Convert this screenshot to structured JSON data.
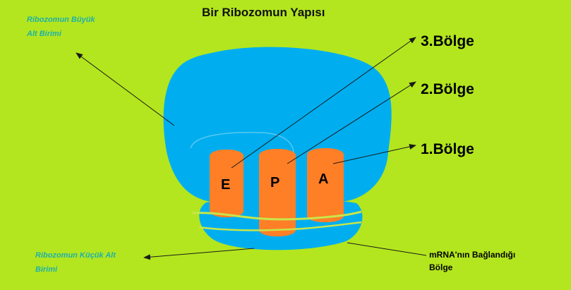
{
  "title": "Bir Ribozomun Yapısı",
  "large_subunit": {
    "line1": "Ribozomun Büyük",
    "line2": "Alt Birimi"
  },
  "small_subunit": {
    "line1": "Ribozomun Küçük Alt",
    "line2": "Birimi"
  },
  "regions": {
    "r3": "3.Bölge",
    "r2": "2.Bölge",
    "r1": "1.Bölge"
  },
  "mrna_site": {
    "line1": "mRNA'nın Bağlandığı",
    "line2": "Bölge"
  },
  "sites": {
    "e": "E",
    "p": "P",
    "a": "A"
  },
  "colors": {
    "background": "#b3e61e",
    "ribosome": "#00aef0",
    "sites": "#ff7f27",
    "mrna": "#c7e64a",
    "note_text": "#1fb1a8"
  }
}
